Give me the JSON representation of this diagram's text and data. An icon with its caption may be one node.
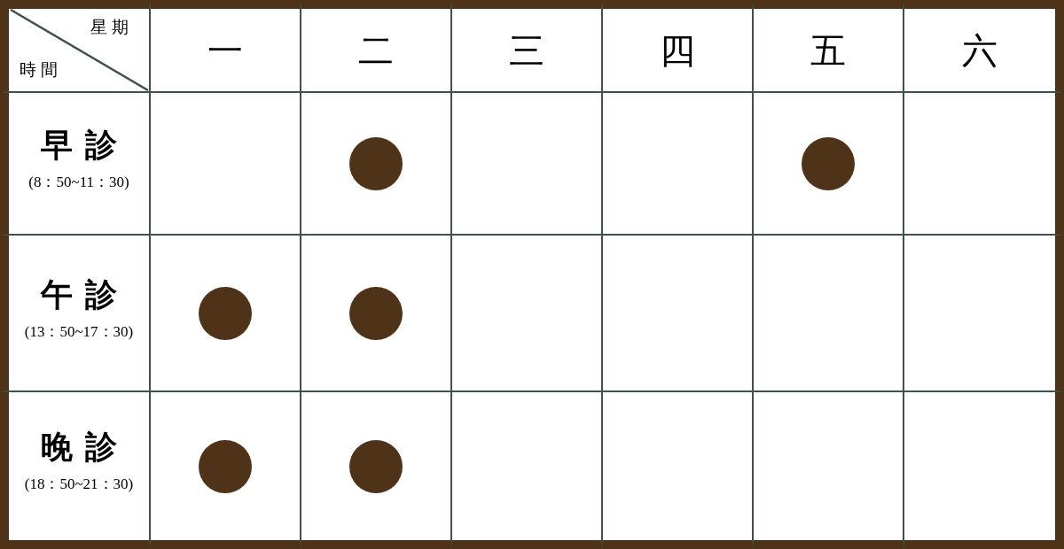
{
  "diagram": {
    "nodes": [
      {
        "text": [
          "星期",
          "時間"
        ]
      },
      {
        "text": [
          "一"
        ]
      },
      {
        "text": [
          "二"
        ]
      },
      {
        "text": [
          "三"
        ]
      },
      {
        "text": [
          "四"
        ]
      },
      {
        "text": [
          "五"
        ]
      },
      {
        "text": [
          "六"
        ]
      },
      {
        "text": [
          "早診",
          "(8：50~11：30)"
        ]
      },
      {
        "text": [],
        "shape": "box"
      },
      {
        "text": [],
        "shape": "box"
      },
      {
        "text": [],
        "shape": "circle",
        "in": 9
      },
      {
        "text": [],
        "shape": "box"
      },
      {
        "text": [],
        "shape": "box"
      },
      {
        "text": [],
        "shape": "box"
      },
      {
        "text": [],
        "shape": "circle",
        "in": 13
      },
      {
        "text": [],
        "shape": "box"
      },
      {
        "text": [
          "午診",
          "(13：50~17：30)"
        ]
      },
      {
        "text": [],
        "shape": "box"
      },
      {
        "text": [],
        "shape": "circle",
        "in": 17
      },
      {
        "text": [],
        "shape": "box"
      },
      {
        "text": [],
        "shape": "circle",
        "in": 19
      },
      {
        "text": [],
        "shape": "box"
      },
      {
        "text": [],
        "shape": "box"
      },
      {
        "text": [],
        "shape": "box"
      },
      {
        "text": [],
        "shape": "box"
      },
      {
        "text": [
          "晚診",
          "(18：50~21：30)"
        ]
      },
      {
        "text": [],
        "shape": "box"
      },
      {
        "text": [],
        "shape": "circle",
        "in": 26
      },
      {
        "text": [],
        "shape": "box"
      },
      {
        "text": [],
        "shape": "circle",
        "in": 28
      },
      {
        "text": [],
        "shape": "box"
      },
      {
        "text": [],
        "shape": "box"
      },
      {
        "text": [],
        "shape": "box"
      },
      {
        "text": [],
        "shape": "box"
      }
    ]
  }
}
